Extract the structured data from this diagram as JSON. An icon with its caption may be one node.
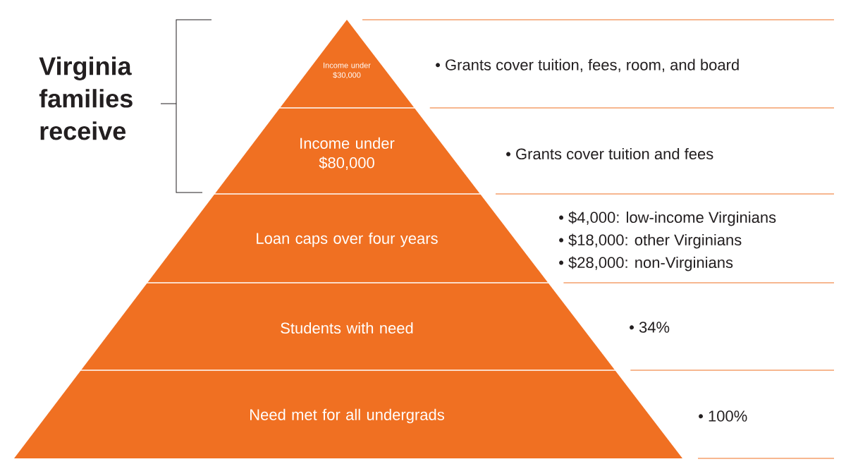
{
  "diagram": {
    "nodes": [
      {
        "text": [
          "Income under $30,000"
        ],
        "beside": [
          "• Grants cover tuition, fees, room, and board"
        ]
      },
      {
        "text": [
          "Income under $80,000"
        ],
        "beside": [
          "• Grants cover tuition and fees"
        ]
      },
      {
        "text": [
          "Loan caps over four years"
        ],
        "beside": [
          "• $4,000: low-income Virginians",
          "• $18,000: other Virginians",
          "• $28,000: non-Virginians"
        ]
      },
      {
        "text": [
          "Students with need"
        ],
        "beside": [
          "• 34%"
        ]
      },
      {
        "text": [
          "Need met for all undergrads"
        ],
        "beside": [
          "• 100%"
        ]
      }
    ],
    "labels": [
      "Virginia families receive"
    ]
  }
}
